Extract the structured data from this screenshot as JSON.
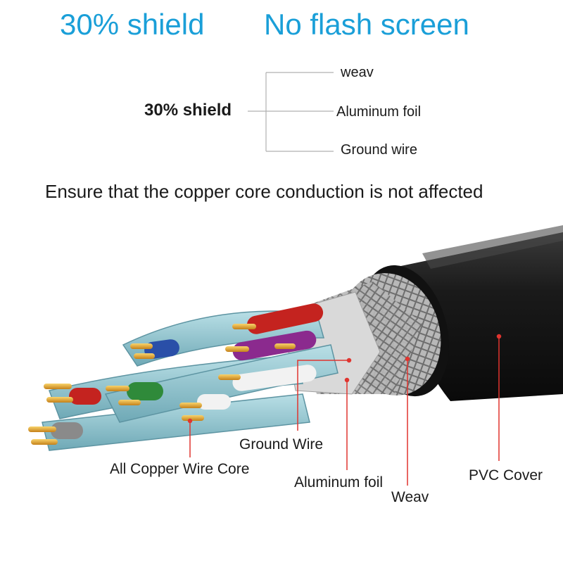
{
  "headline": {
    "left": "30% shield",
    "right": "No flash screen"
  },
  "shield_tree": {
    "root": "30% shield",
    "branches": [
      "weav",
      "Aluminum  foil",
      "Ground wire"
    ]
  },
  "tagline": "Ensure that the copper core conduction is not affected",
  "callouts": {
    "ground_wire": "Ground Wire",
    "copper_core": "All Copper Wire Core",
    "aluminum_foil": "Aluminum foil",
    "weav": "Weav",
    "pvc_cover": "PVC Cover"
  },
  "colors": {
    "headline": "#1a9fd8",
    "text": "#1a1a1a",
    "tree_line": "#b0b0b0",
    "callout_line": "#e0342f",
    "pvc_jacket": "#1c1c1c",
    "pair_sleeve": "#8fc4cf",
    "copper": "#e4a72a"
  }
}
